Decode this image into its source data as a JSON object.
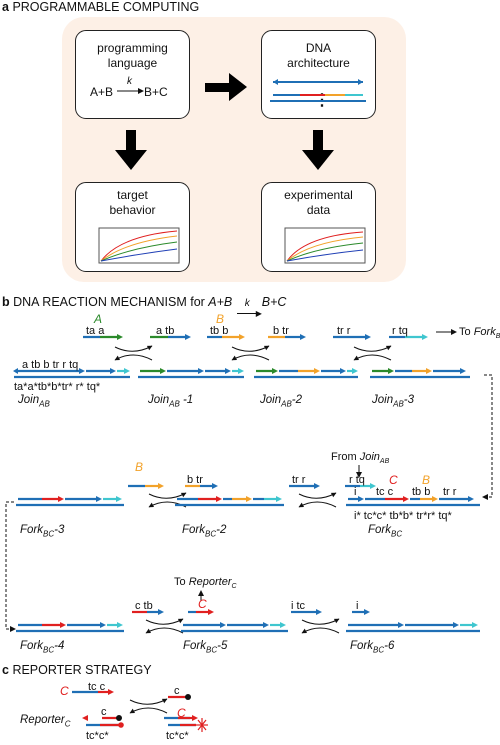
{
  "section_a": {
    "letter": "a",
    "title": "PROGRAMMABLE COMPUTING"
  },
  "box_programming": {
    "line1": "programming",
    "line2": "language",
    "reaction": "A+B",
    "rate": "k",
    "products": "B+C"
  },
  "box_dna": {
    "line1": "DNA",
    "line2": "architecture",
    "dots": "⋮"
  },
  "box_target": {
    "line1": "target",
    "line2": "behavior"
  },
  "box_experimental": {
    "line1": "experimental",
    "line2": "data"
  },
  "section_b": {
    "letter": "b",
    "title": "DNA REACTION MECHANISM for ",
    "reaction": "A+B",
    "rate": "k",
    "products": "B+C"
  },
  "section_c": {
    "letter": "c",
    "title": "REPORTER STRATEGY"
  },
  "labels": {
    "A": "A",
    "B": "B",
    "C": "C",
    "ta_a": "ta  a",
    "a_tb": "a  tb",
    "tb_b": "tb b",
    "b_tr": "b  tr",
    "tr_r": "tr  r",
    "r_tq": "r  tq",
    "to_fork": "To ",
    "fork_bc": "Fork",
    "bc": "BC",
    "join_top": "a  tb  b  tr   r  tq",
    "join_bottom": "ta*a*tb*b*tr* r* tq*",
    "from_join": "From ",
    "join": "Join",
    "ab": "AB",
    "i": "i",
    "tc_c": "tc  c",
    "tb_b2": "tb b",
    "tr_r2": "tr  r",
    "fork_bottom": "i*   tc*c*  tb*b* tr*r* tq*",
    "c_tb": "c  tb",
    "to_reporter": "To ",
    "reporter": "Reporter",
    "c_sub": "C",
    "i_tc": "i   tc",
    "i2": "i",
    "rep_top": "tc  c",
    "rep_c": "c",
    "rep_c2": "c",
    "rep_bottom": "tc*c*",
    "rep_bottom2": "tc*c*"
  },
  "names": {
    "join_ab": "Join",
    "join_ab_1": " -1",
    "join_ab_2": "-2",
    "join_ab_3": "-3",
    "fork": "Fork",
    "fork_3": "-3",
    "fork_2": "-2",
    "fork_4": "-4",
    "fork_5": "-5",
    "fork_6": "-6"
  },
  "colors": {
    "blue": "#1f6fb5",
    "cyan": "#3fc6cf",
    "green": "#2b8a2b",
    "orange": "#f2a22a",
    "red": "#e02020",
    "panel": "#fdf0e6"
  }
}
